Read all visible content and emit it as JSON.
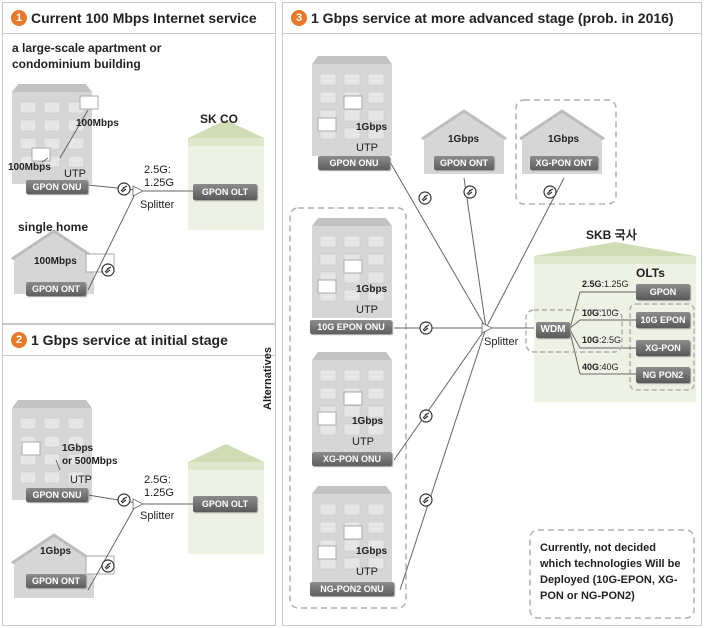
{
  "panel1": {
    "num": "1",
    "title": "Current 100 Mbps Internet service",
    "building_label": "a large-scale apartment or condominium building",
    "speed_a": "100Mbps",
    "speed_b": "100Mbps",
    "utp": "UTP",
    "onu": "GPON ONU",
    "ratio": "2.5G:\n1.25G",
    "splitter": "Splitter",
    "co_label": "SK CO",
    "olt": "GPON OLT",
    "single_home": "single home",
    "home_speed": "100Mbps",
    "ont": "GPON ONT"
  },
  "panel2": {
    "num": "2",
    "title": "1 Gbps service at initial stage",
    "speed": "1Gbps\nor 500Mbps",
    "utp": "UTP",
    "onu": "GPON ONU",
    "ratio": "2.5G:\n1.25G",
    "splitter": "Splitter",
    "olt": "GPON OLT",
    "home_speed": "1Gbps",
    "ont": "GPON ONT"
  },
  "panel3": {
    "num": "3",
    "title": "1 Gbps service at more advanced stage (prob. in 2016)",
    "b1_speed": "1Gbps",
    "b1_utp": "UTP",
    "b1_onu": "GPON ONU",
    "h1_speed": "1Gbps",
    "h1_ont": "GPON ONT",
    "h2_speed": "1Gbps",
    "h2_ont": "XG-PON ONT",
    "alternatives": "Alternatives",
    "b2_speed": "1Gbps",
    "b2_utp": "UTP",
    "b2_onu": "10G EPON ONU",
    "b3_speed": "1Gbps",
    "b3_utp": "UTP",
    "b3_onu": "XG-PON ONU",
    "b4_speed": "1Gbps",
    "b4_utp": "UTP",
    "b4_onu": "NG-PON2 ONU",
    "splitter": "Splitter",
    "skb": "SKB 국사",
    "olts": "OLTs",
    "wdm": "WDM",
    "r1_a": "2.5G",
    "r1_b": ":1.25G",
    "r2_a": "10G",
    "r2_b": ":10G",
    "r3_a": "10G",
    "r3_b": ":2.5G",
    "r4_a": "40G",
    "r4_b": ":40G",
    "olt1": "GPON",
    "olt2": "10G EPON",
    "olt3": "XG-PON",
    "olt4": "NG PON2",
    "note": "Currently, not decided which technologies Will be Deployed (10G-EPON, XG-PON or NG-PON2)"
  }
}
